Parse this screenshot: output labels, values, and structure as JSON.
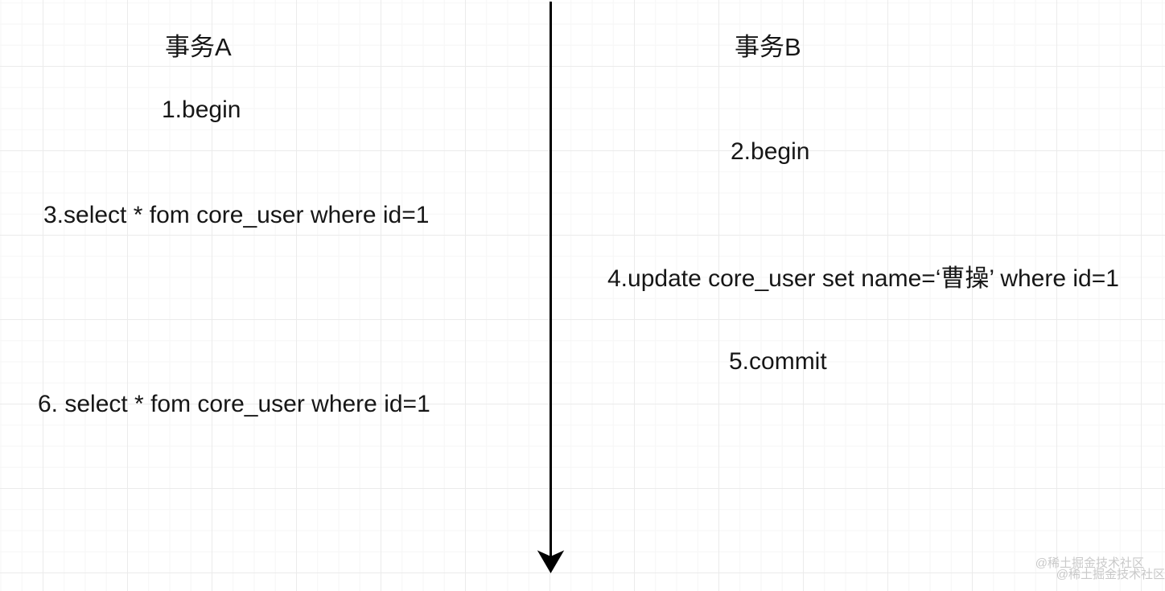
{
  "diagram": {
    "title_meaning": "transaction timeline diagram",
    "columns": [
      {
        "title": "事务A",
        "steps": [
          {
            "label": "1.begin"
          },
          {
            "label": "3.select * fom core_user where id=1"
          },
          {
            "label": "6. select * fom core_user where id=1"
          }
        ]
      },
      {
        "title": "事务B",
        "steps": [
          {
            "label": "2.begin"
          },
          {
            "label": "4.update core_user set name=‘曹操’ where id=1"
          },
          {
            "label": "5.commit"
          }
        ]
      }
    ],
    "timeline": {
      "direction": "down",
      "color": "#000000"
    },
    "watermark": {
      "text": "@稀土掘金技术社区",
      "color": "#c9c9c9"
    },
    "colors": {
      "background": "#ffffff",
      "grid_minor": "#f6f6f6",
      "grid_major": "#ebebeb",
      "text": "#161616"
    }
  }
}
